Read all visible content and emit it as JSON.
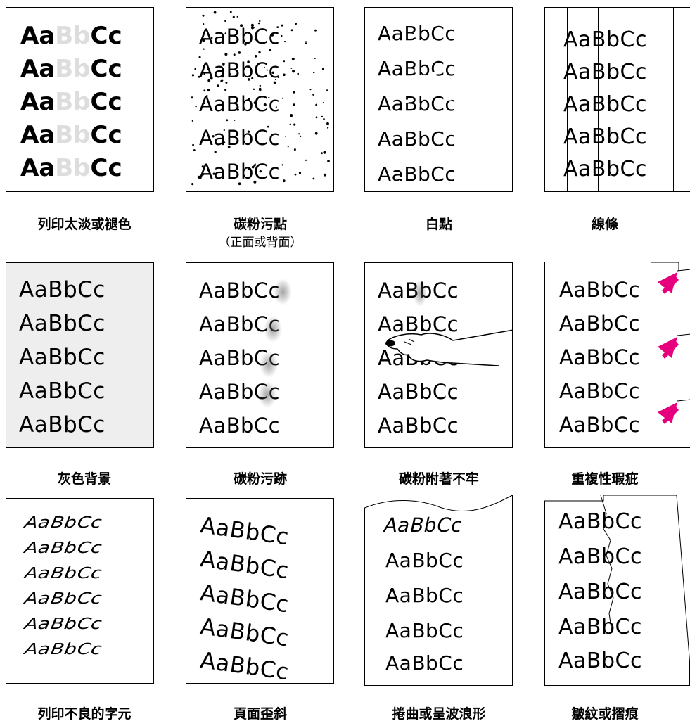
{
  "sample_text": "AaBbCc",
  "faded": {
    "bold_left": "Aa",
    "faded_mid": "Bb",
    "bold_right": "Cc"
  },
  "captions": {
    "light_print": "列印太淡或褪色",
    "toner_specks": "碳粉污點",
    "toner_specks_sub": "（正面或背面）",
    "dropouts": "白點",
    "vertical_lines": "線條",
    "gray_background": "灰色背景",
    "toner_smear": "碳粉污跡",
    "loose_toner": "碳粉附著不牢",
    "repetitive_defects": "重複性瑕疵",
    "misformed_characters": "列印不良的字元",
    "page_skew": "頁面歪斜",
    "curl_wave": "捲曲或呈波浪形",
    "wrinkles_creases": "皺紋或摺痕"
  },
  "colors": {
    "accent_arrow": "#e6007e",
    "gray_bg": "#eeeeee"
  }
}
